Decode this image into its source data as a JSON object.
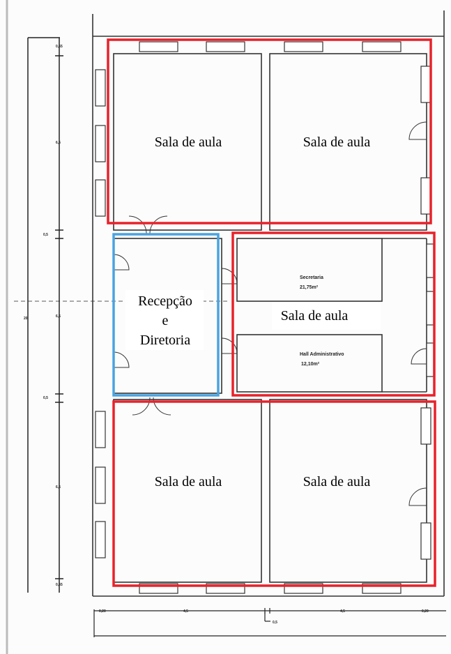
{
  "colors": {
    "classroom_outline": "#e8212a",
    "admin_outline": "#4aa3df",
    "walls": "#333333"
  },
  "rooms": {
    "top_left": {
      "label": "Sala de aula"
    },
    "top_right": {
      "label": "Sala de aula"
    },
    "middle_right": {
      "label": "Sala de aula"
    },
    "bottom_left": {
      "label": "Sala de aula"
    },
    "bottom_right": {
      "label": "Sala de aula"
    },
    "reception": {
      "line1": "Recepção",
      "line2": "e",
      "line3": "Diretoria"
    }
  },
  "plan_labels": {
    "secretaria_name": "Secretaria",
    "secretaria_area": "21,75m²",
    "hall_name": "Hall Administrativo",
    "hall_area": "12,10m²"
  },
  "dimensions": {
    "vertical": [
      "0,65",
      "6,5",
      "0,5",
      "6,5",
      "0,5",
      "6,5",
      "0,65"
    ],
    "total_vertical": "20",
    "horizontal": [
      "0,20",
      "4,5",
      "4,5",
      "0,20"
    ],
    "horizontal_gap": "0,5"
  }
}
